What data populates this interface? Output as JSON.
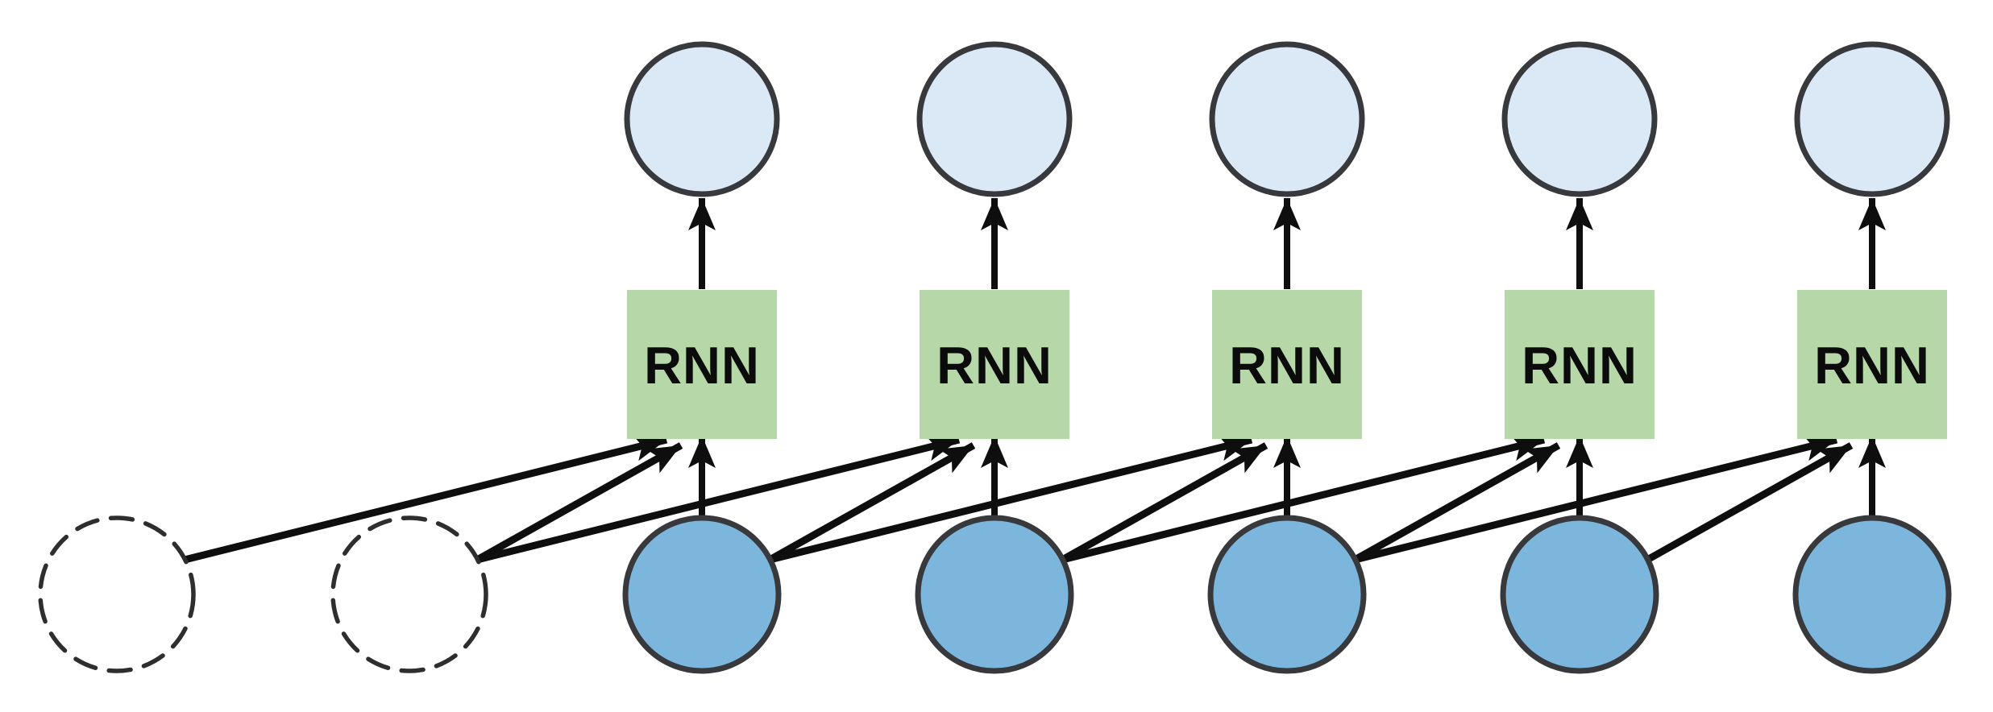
{
  "diagram": {
    "type": "neural-network-architecture",
    "description": "Sliding-window RNN: five time steps; each RNN box receives the current input circle plus the two preceding inputs (two leading context slots drawn as dashed circles) and emits one output circle.",
    "box_labels": [
      "RNN",
      "RNN",
      "RNN",
      "RNN",
      "RNN"
    ],
    "counts": {
      "output_circles": 5,
      "rnn_boxes": 5,
      "input_circles": 5,
      "dashed_context_circles": 2,
      "inputs_per_rnn": 3
    },
    "colors": {
      "background": "#ffffff",
      "output_circle_fill": "#dbe8f5",
      "input_circle_fill": "#7db6dd",
      "circle_stroke": "#37393c",
      "dashed_circle_stroke": "#2e2e2e",
      "box_fill": "#b6d7a8",
      "box_text": "#0b0b0b",
      "arrow": "#0e0e0e"
    },
    "connections": {
      "edges": [
        "dashed-1 → rnn-1",
        "dashed-2 → rnn-1",
        "dashed-2 → rnn-2",
        "input-1 → rnn-1",
        "input-1 → rnn-2",
        "input-1 → rnn-3",
        "input-2 → rnn-2",
        "input-2 → rnn-3",
        "input-2 → rnn-4",
        "input-3 → rnn-3",
        "input-3 → rnn-4",
        "input-3 → rnn-5",
        "input-4 → rnn-4",
        "input-4 → rnn-5",
        "input-5 → rnn-5",
        "rnn-1 → output-1",
        "rnn-2 → output-2",
        "rnn-3 → output-3",
        "rnn-4 → output-4",
        "rnn-5 → output-5"
      ]
    }
  }
}
